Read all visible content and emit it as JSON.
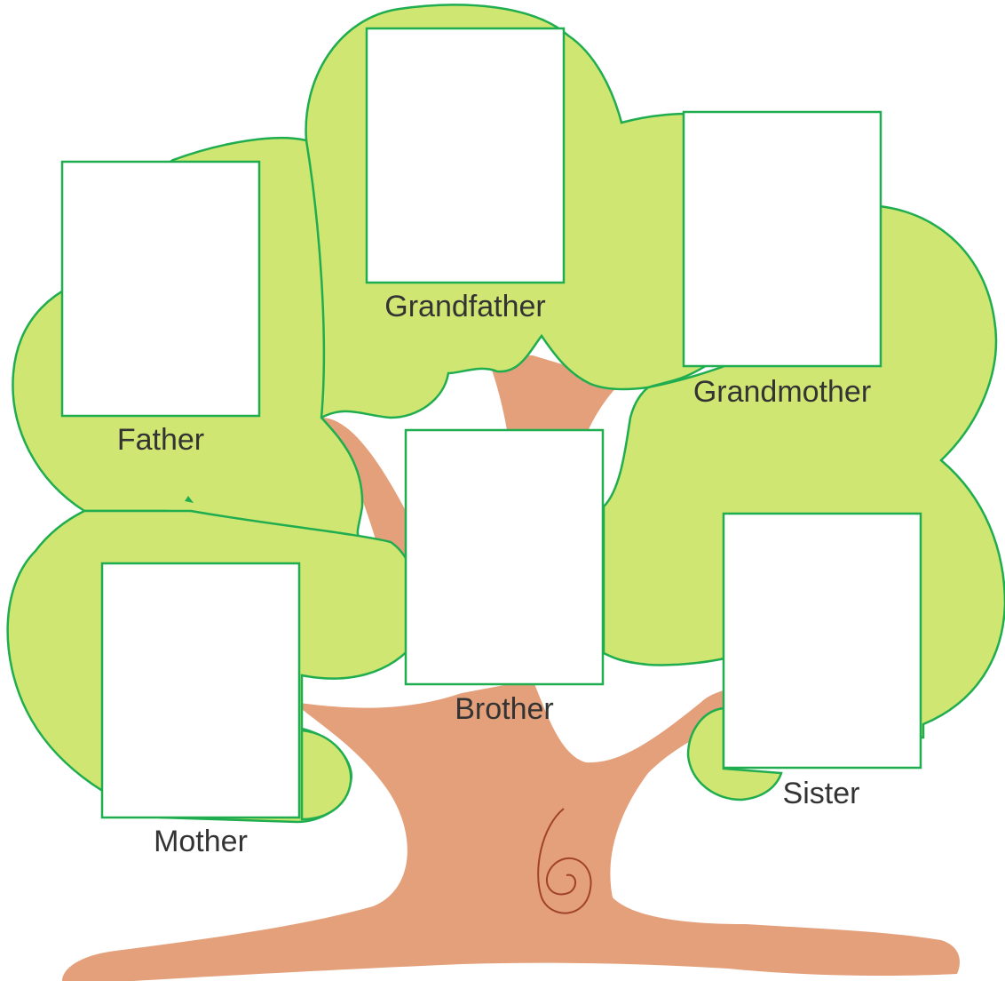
{
  "colors": {
    "canopy_fill": "#cfe672",
    "canopy_stroke": "#1fad4f",
    "trunk": "#e4a07a",
    "swirl": "#a0432a",
    "frame_fill": "#ffffff",
    "frame_stroke": "#1fad4f",
    "label_text": "#333333"
  },
  "family_tree": {
    "members": [
      {
        "id": "grandfather",
        "label": "Grandfather"
      },
      {
        "id": "grandmother",
        "label": "Grandmother"
      },
      {
        "id": "father",
        "label": "Father"
      },
      {
        "id": "brother",
        "label": "Brother"
      },
      {
        "id": "mother",
        "label": "Mother"
      },
      {
        "id": "sister",
        "label": "Sister"
      }
    ]
  }
}
